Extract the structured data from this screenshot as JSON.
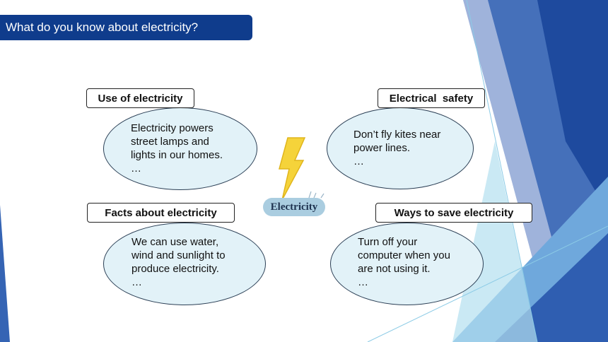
{
  "title": "What do you know about electricity?",
  "center": {
    "label": "Electricity",
    "icon": "lightning-bolt-icon"
  },
  "cards": [
    {
      "label": "Use of electricity",
      "lines": [
        "Electricity powers",
        "street lamps and",
        "lights in our homes.",
        "…"
      ]
    },
    {
      "label": "Electrical  safety",
      "lines": [
        "Don’t fly kites near",
        "power lines.",
        "…"
      ]
    },
    {
      "label": "Facts about electricity",
      "lines": [
        "We can use water,",
        "wind and sunlight to",
        "produce electricity.",
        "…"
      ]
    },
    {
      "label": "Ways to save electricity",
      "lines": [
        "Turn off your",
        "computer when you",
        "are not using it.",
        "…"
      ]
    }
  ],
  "colors": {
    "title_bar": "#0f3c8c",
    "bubble_fill": "#e2f2f8",
    "bolt": "#f5d33a",
    "center_label_bg": "#aacde0"
  }
}
